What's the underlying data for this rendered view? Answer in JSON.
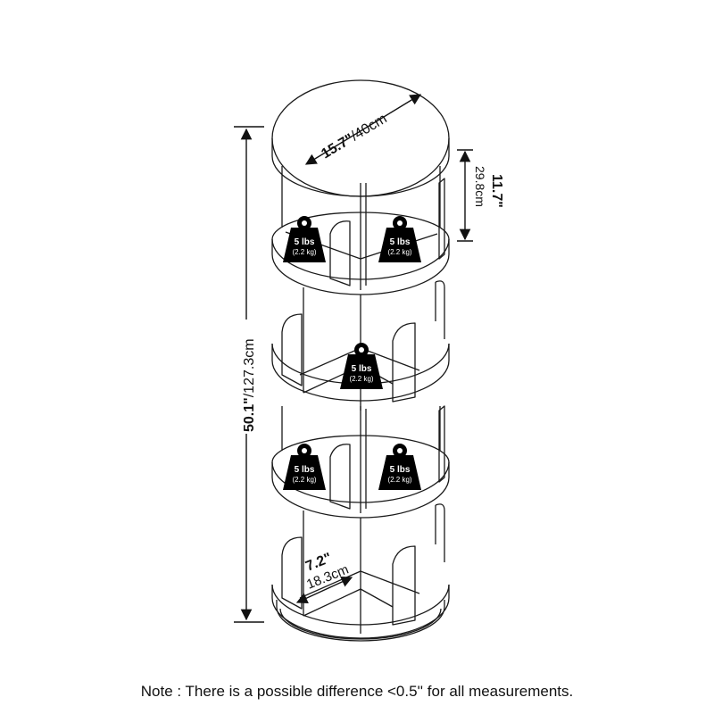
{
  "dimensions": {
    "top_diameter": {
      "imperial": "15.7\"",
      "metric": "/40cm"
    },
    "shelf_height": {
      "imperial": "11.7\"",
      "metric": "29.8cm"
    },
    "total_height": {
      "imperial": "50.1\"",
      "metric": "/127.3cm"
    },
    "compartment_width": {
      "imperial": "7.2\"",
      "metric": "18.3cm"
    }
  },
  "weights": [
    {
      "label": "5 lbs",
      "sub": "(2.2 kg)"
    },
    {
      "label": "5 lbs",
      "sub": "(2.2 kg)"
    },
    {
      "label": "5 lbs",
      "sub": "(2.2 kg)"
    },
    {
      "label": "5 lbs",
      "sub": "(2.2 kg)"
    },
    {
      "label": "5 lbs",
      "sub": "(2.2 kg)"
    }
  ],
  "note": "Note : There is a possible difference <0.5'' for all measurements."
}
